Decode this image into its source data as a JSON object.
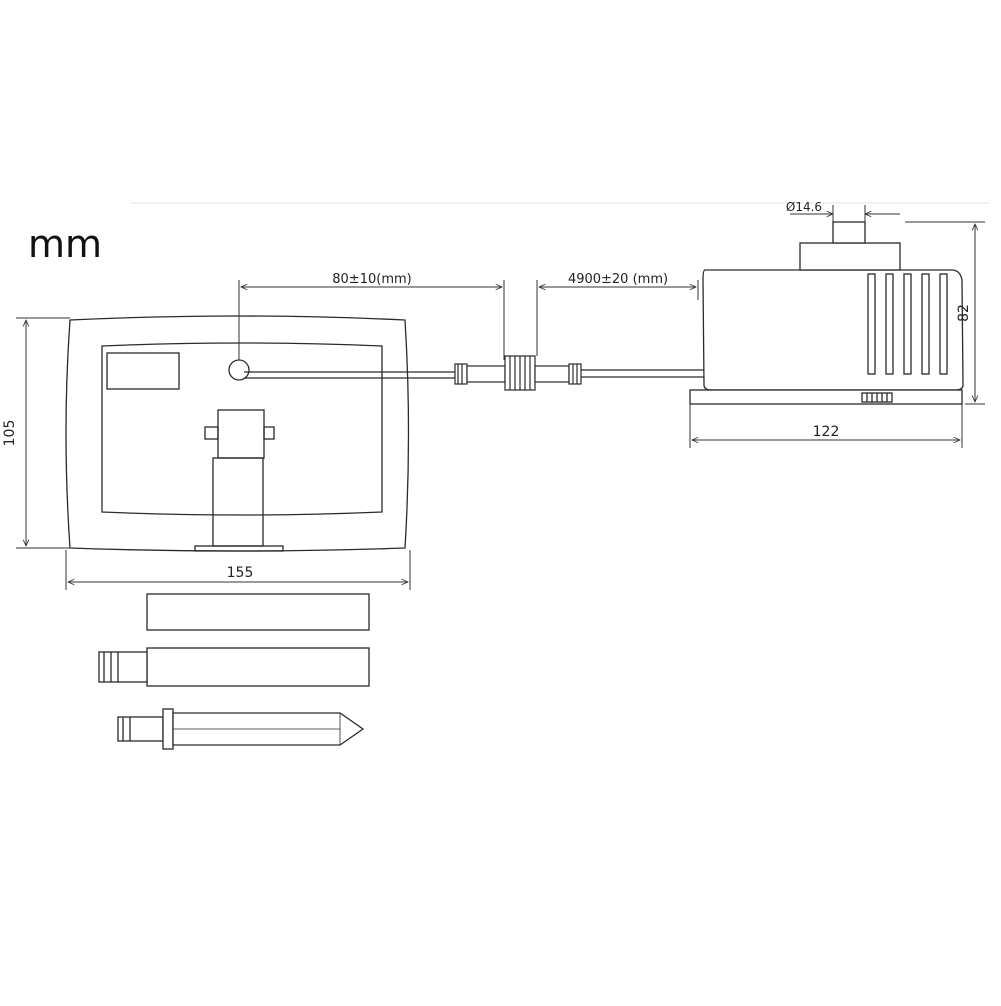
{
  "units": "mm",
  "dimensions": {
    "panel_height": "105",
    "panel_width": "155",
    "cable_short": "80±10(mm)",
    "cable_long": "4900±20 (mm)",
    "socket_diameter": "Ø14.6",
    "transformer_height": "82",
    "transformer_width": "122"
  },
  "colors": {
    "line": "#2a2a2a",
    "fill": "#ffffff"
  }
}
